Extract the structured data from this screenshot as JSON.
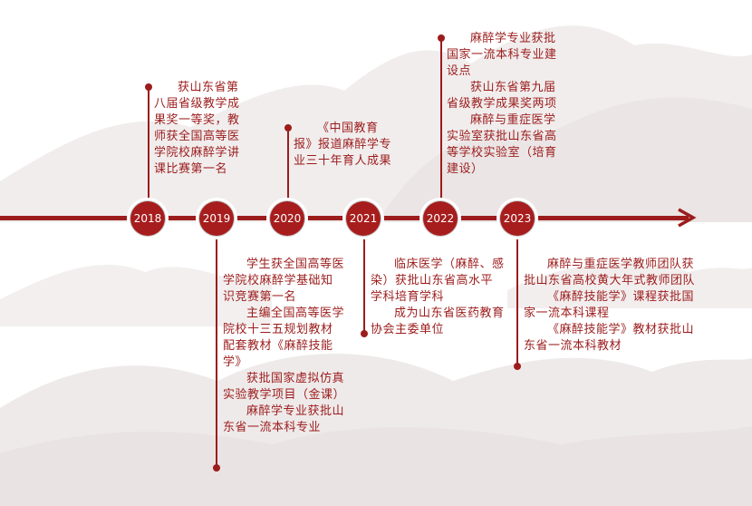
{
  "timeline": [
    {
      "year": "2018",
      "items": [
        "获山东省第八届省级教学成果奖一等奖，教师获全国高等医学院校麻醉学讲课比赛第一名"
      ]
    },
    {
      "year": "2019",
      "items": [
        "学生获全国高等医学院校麻醉学基础知识竞赛第一名",
        "主编全国高等医学院校十三五规划教材配套教材《麻醉技能学》",
        "获批国家虚拟仿真实验教学项目（金课）",
        "麻醉学专业获批山东省一流本科专业"
      ]
    },
    {
      "year": "2020",
      "items": [
        "《中国教育报》报道麻醉学专业三十年育人成果"
      ]
    },
    {
      "year": "2021",
      "items": [
        "临床医学（麻醉、感染）获批山东省高水平学科培育学科",
        "成为山东省医药教育协会主委单位"
      ]
    },
    {
      "year": "2022",
      "items": [
        "麻醉学专业获批国家一流本科专业建设点",
        "获山东省第九届省级教学成果奖两项",
        "麻醉与重症医学实验室获批山东省高等学校实验室（培育建设）"
      ]
    },
    {
      "year": "2023",
      "items": [
        "麻醉与重症医学教师团队获批山东省高校黄大年式教师团队",
        "《麻醉技能学》课程获批国家一流本科课程",
        "《麻醉技能学》教材获批山东省一流本科教材"
      ]
    }
  ],
  "colors": {
    "accent": "#9c1c1c",
    "node": "#a71d1d",
    "mountain": "#e7e2e2"
  }
}
